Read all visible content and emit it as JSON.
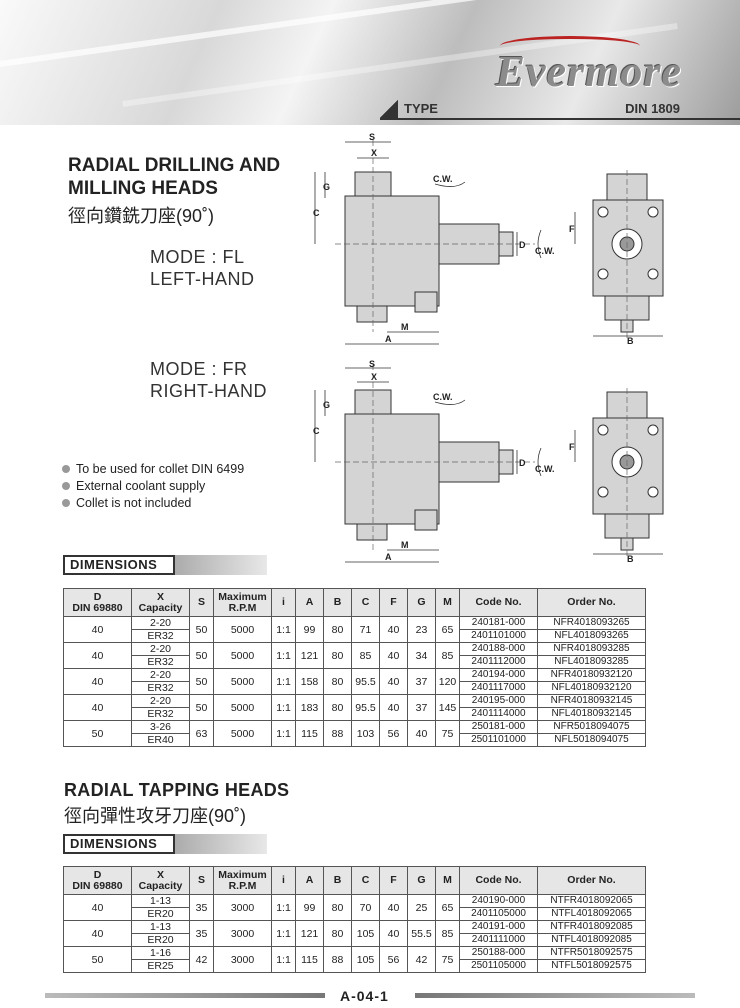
{
  "header": {
    "brand": "Evermore",
    "type_label": "TYPE",
    "din_label": "DIN 1809"
  },
  "section1": {
    "title_line1": "RADIAL DRILLING AND",
    "title_line2": "MILLING HEADS",
    "title_cn": "徑向鑽銑刀座(90˚)",
    "mode_fl_line1": "MODE : FL",
    "mode_fl_line2": "LEFT-HAND",
    "mode_fr_line1": "MODE : FR",
    "mode_fr_line2": "RIGHT-HAND",
    "bullets": [
      "To be used for collet DIN 6499",
      "External coolant supply",
      "Collet is not included"
    ],
    "dimensions_label": "DIMENSIONS"
  },
  "drawing_labels": {
    "s": "S",
    "x": "X",
    "g": "G",
    "c": "C",
    "cw": "C.W.",
    "d": "D",
    "m": "M",
    "a": "A",
    "f": "F",
    "b": "B"
  },
  "table_headers": {
    "d_line1": "D",
    "d_line2": "DIN 69880",
    "x_line1": "X",
    "x_line2": "Capacity",
    "s": "S",
    "rpm_line1": "Maximum",
    "rpm_line2": "R.P.M",
    "i": "i",
    "a": "A",
    "b": "B",
    "c": "C",
    "f": "F",
    "g": "G",
    "m": "M",
    "code": "Code No.",
    "order": "Order No."
  },
  "table1": [
    {
      "d": "40",
      "x1": "2-20",
      "x2": "ER32",
      "s": "50",
      "rpm": "5000",
      "i": "1:1",
      "a": "99",
      "b": "80",
      "c": "71",
      "f": "40",
      "g": "23",
      "m": "65",
      "code1": "240181-000",
      "code2": "2401101000",
      "order1": "NFR4018093265",
      "order2": "NFL4018093265"
    },
    {
      "d": "40",
      "x1": "2-20",
      "x2": "ER32",
      "s": "50",
      "rpm": "5000",
      "i": "1:1",
      "a": "121",
      "b": "80",
      "c": "85",
      "f": "40",
      "g": "34",
      "m": "85",
      "code1": "240188-000",
      "code2": "2401112000",
      "order1": "NFR4018093285",
      "order2": "NFL4018093285"
    },
    {
      "d": "40",
      "x1": "2-20",
      "x2": "ER32",
      "s": "50",
      "rpm": "5000",
      "i": "1:1",
      "a": "158",
      "b": "80",
      "c": "95.5",
      "f": "40",
      "g": "37",
      "m": "120",
      "code1": "240194-000",
      "code2": "2401117000",
      "order1": "NFR40180932120",
      "order2": "NFL40180932120"
    },
    {
      "d": "40",
      "x1": "2-20",
      "x2": "ER32",
      "s": "50",
      "rpm": "5000",
      "i": "1:1",
      "a": "183",
      "b": "80",
      "c": "95.5",
      "f": "40",
      "g": "37",
      "m": "145",
      "code1": "240195-000",
      "code2": "2401114000",
      "order1": "NFR40180932145",
      "order2": "NFL40180932145"
    },
    {
      "d": "50",
      "x1": "3-26",
      "x2": "ER40",
      "s": "63",
      "rpm": "5000",
      "i": "1:1",
      "a": "115",
      "b": "88",
      "c": "103",
      "f": "56",
      "g": "40",
      "m": "75",
      "code1": "250181-000",
      "code2": "2501101000",
      "order1": "NFR5018094075",
      "order2": "NFL5018094075"
    }
  ],
  "section2": {
    "title": "RADIAL  TAPPING HEADS",
    "title_cn": "徑向彈性攻牙刀座(90˚)",
    "dimensions_label": "DIMENSIONS"
  },
  "table2": [
    {
      "d": "40",
      "x1": "1-13",
      "x2": "ER20",
      "s": "35",
      "rpm": "3000",
      "i": "1:1",
      "a": "99",
      "b": "80",
      "c": "70",
      "f": "40",
      "g": "25",
      "m": "65",
      "code1": "240190-000",
      "code2": "2401105000",
      "order1": "NTFR4018092065",
      "order2": "NTFL4018092065"
    },
    {
      "d": "40",
      "x1": "1-13",
      "x2": "ER20",
      "s": "35",
      "rpm": "3000",
      "i": "1:1",
      "a": "121",
      "b": "80",
      "c": "105",
      "f": "40",
      "g": "55.5",
      "m": "85",
      "code1": "240191-000",
      "code2": "2401111000",
      "order1": "NTFR4018092085",
      "order2": "NTFL4018092085"
    },
    {
      "d": "50",
      "x1": "1-16",
      "x2": "ER25",
      "s": "42",
      "rpm": "3000",
      "i": "1:1",
      "a": "115",
      "b": "88",
      "c": "105",
      "f": "56",
      "g": "42",
      "m": "75",
      "code1": "250188-000",
      "code2": "2501105000",
      "order1": "NTFR5018092575",
      "order2": "NTFL5018092575"
    }
  ],
  "footer": {
    "page": "A-04-1"
  }
}
